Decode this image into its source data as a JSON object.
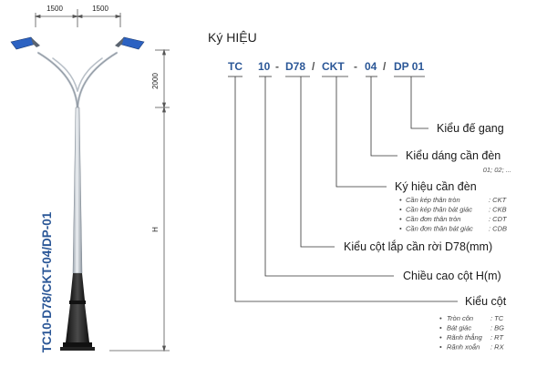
{
  "title": "Ký HIỆU",
  "product_code_vertical": "TC10-D78/CKT-04/DP-01",
  "dimensions": {
    "left_arm": "1500",
    "right_arm": "1500",
    "arm_height": "2000",
    "pole_height": "H"
  },
  "code": {
    "segments": [
      "TC",
      "10",
      "D78",
      "CKT",
      "04",
      "DP 01"
    ],
    "separators": [
      "-",
      "/",
      "-",
      "/"
    ]
  },
  "labels": {
    "base": "Kiểu đế gang",
    "arm_shape": "Kiểu dáng cần đèn",
    "arm_shape_hint": "01; 02; ...",
    "arm_symbol": "Ký hiệu cần đèn",
    "arm_joint": "Kiểu cột lắp cần rời D78(mm)",
    "height": "Chiều cao cột H(m)",
    "pole_type": "Kiểu cột"
  },
  "arm_types": [
    {
      "name": "Cần kép thân tròn",
      "code": ": CKT"
    },
    {
      "name": "Cần kép thân bát giác",
      "code": ": CKB"
    },
    {
      "name": "Cần đơn thân tròn",
      "code": ": CDT"
    },
    {
      "name": "Cần đơn thân bát giác",
      "code": ": CDB"
    }
  ],
  "pole_types": [
    {
      "name": "Tròn côn",
      "code": ": TC"
    },
    {
      "name": "Bát giác",
      "code": ": BG"
    },
    {
      "name": "Rãnh thẳng",
      "code": ": RT"
    },
    {
      "name": "Rãnh xoắn",
      "code": ": RX"
    }
  ],
  "colors": {
    "accent": "#2b5797",
    "line": "#333333",
    "pole": "#d8dde3",
    "base": "#2a2a2a",
    "lamp": "#2c62c2"
  }
}
